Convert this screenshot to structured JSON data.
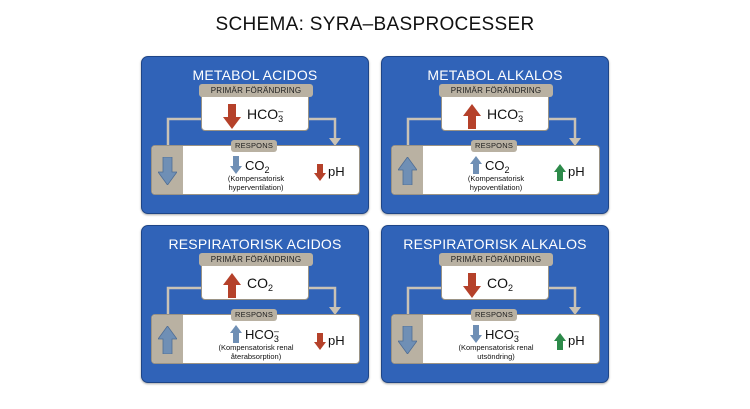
{
  "title": "SCHEMA: SYRA–BASPROCESSER",
  "colors": {
    "panel": "#3063b8",
    "red_arrow": "#b5412a",
    "blue_arrow": "#6f8fb5",
    "green_arrow": "#2d8a4a",
    "tab": "#b9b1a2",
    "connector": "#c9c2b5"
  },
  "labels": {
    "primary": "PRIMÄR FÖRÄNDRING",
    "response": "RESPONS",
    "ph": "pH"
  },
  "panels": [
    {
      "title": "METABOL ACIDOS",
      "primary_arrow": "down-arrow-icon",
      "primary_base": "HCO",
      "primary_sub": "3",
      "primary_sup": "–",
      "side_arrow": "down-arrow-icon",
      "resp_arrow": "down-arrow-icon",
      "resp_base": "CO",
      "resp_sub": "2",
      "resp_sup": "",
      "note_line1": "(Kompensatorisk",
      "note_line2": "hyperventilation)",
      "ph_arrow": "down-arrow-icon",
      "ph_color": "red"
    },
    {
      "title": "METABOL ALKALOS",
      "primary_arrow": "up-arrow-icon",
      "primary_base": "HCO",
      "primary_sub": "3",
      "primary_sup": "–",
      "side_arrow": "up-arrow-icon",
      "resp_arrow": "up-arrow-icon",
      "resp_base": "CO",
      "resp_sub": "2",
      "resp_sup": "",
      "note_line1": "(Kompensatorisk",
      "note_line2": "hypoventilation)",
      "ph_arrow": "up-arrow-icon",
      "ph_color": "green"
    },
    {
      "title": "RESPIRATORISK ACIDOS",
      "primary_arrow": "up-arrow-icon",
      "primary_base": "CO",
      "primary_sub": "2",
      "primary_sup": "",
      "side_arrow": "up-arrow-icon",
      "resp_arrow": "up-arrow-icon",
      "resp_base": "HCO",
      "resp_sub": "3",
      "resp_sup": "–",
      "note_line1": "(Kompensatorisk renal",
      "note_line2": "återabsorption)",
      "ph_arrow": "down-arrow-icon",
      "ph_color": "red"
    },
    {
      "title": "RESPIRATORISK ALKALOS",
      "primary_arrow": "down-arrow-icon",
      "primary_base": "CO",
      "primary_sub": "2",
      "primary_sup": "",
      "side_arrow": "down-arrow-icon",
      "resp_arrow": "down-arrow-icon",
      "resp_base": "HCO",
      "resp_sub": "3",
      "resp_sup": "–",
      "note_line1": "(Kompensatorisk renal",
      "note_line2": "utsöndring)",
      "ph_arrow": "up-arrow-icon",
      "ph_color": "green"
    }
  ]
}
